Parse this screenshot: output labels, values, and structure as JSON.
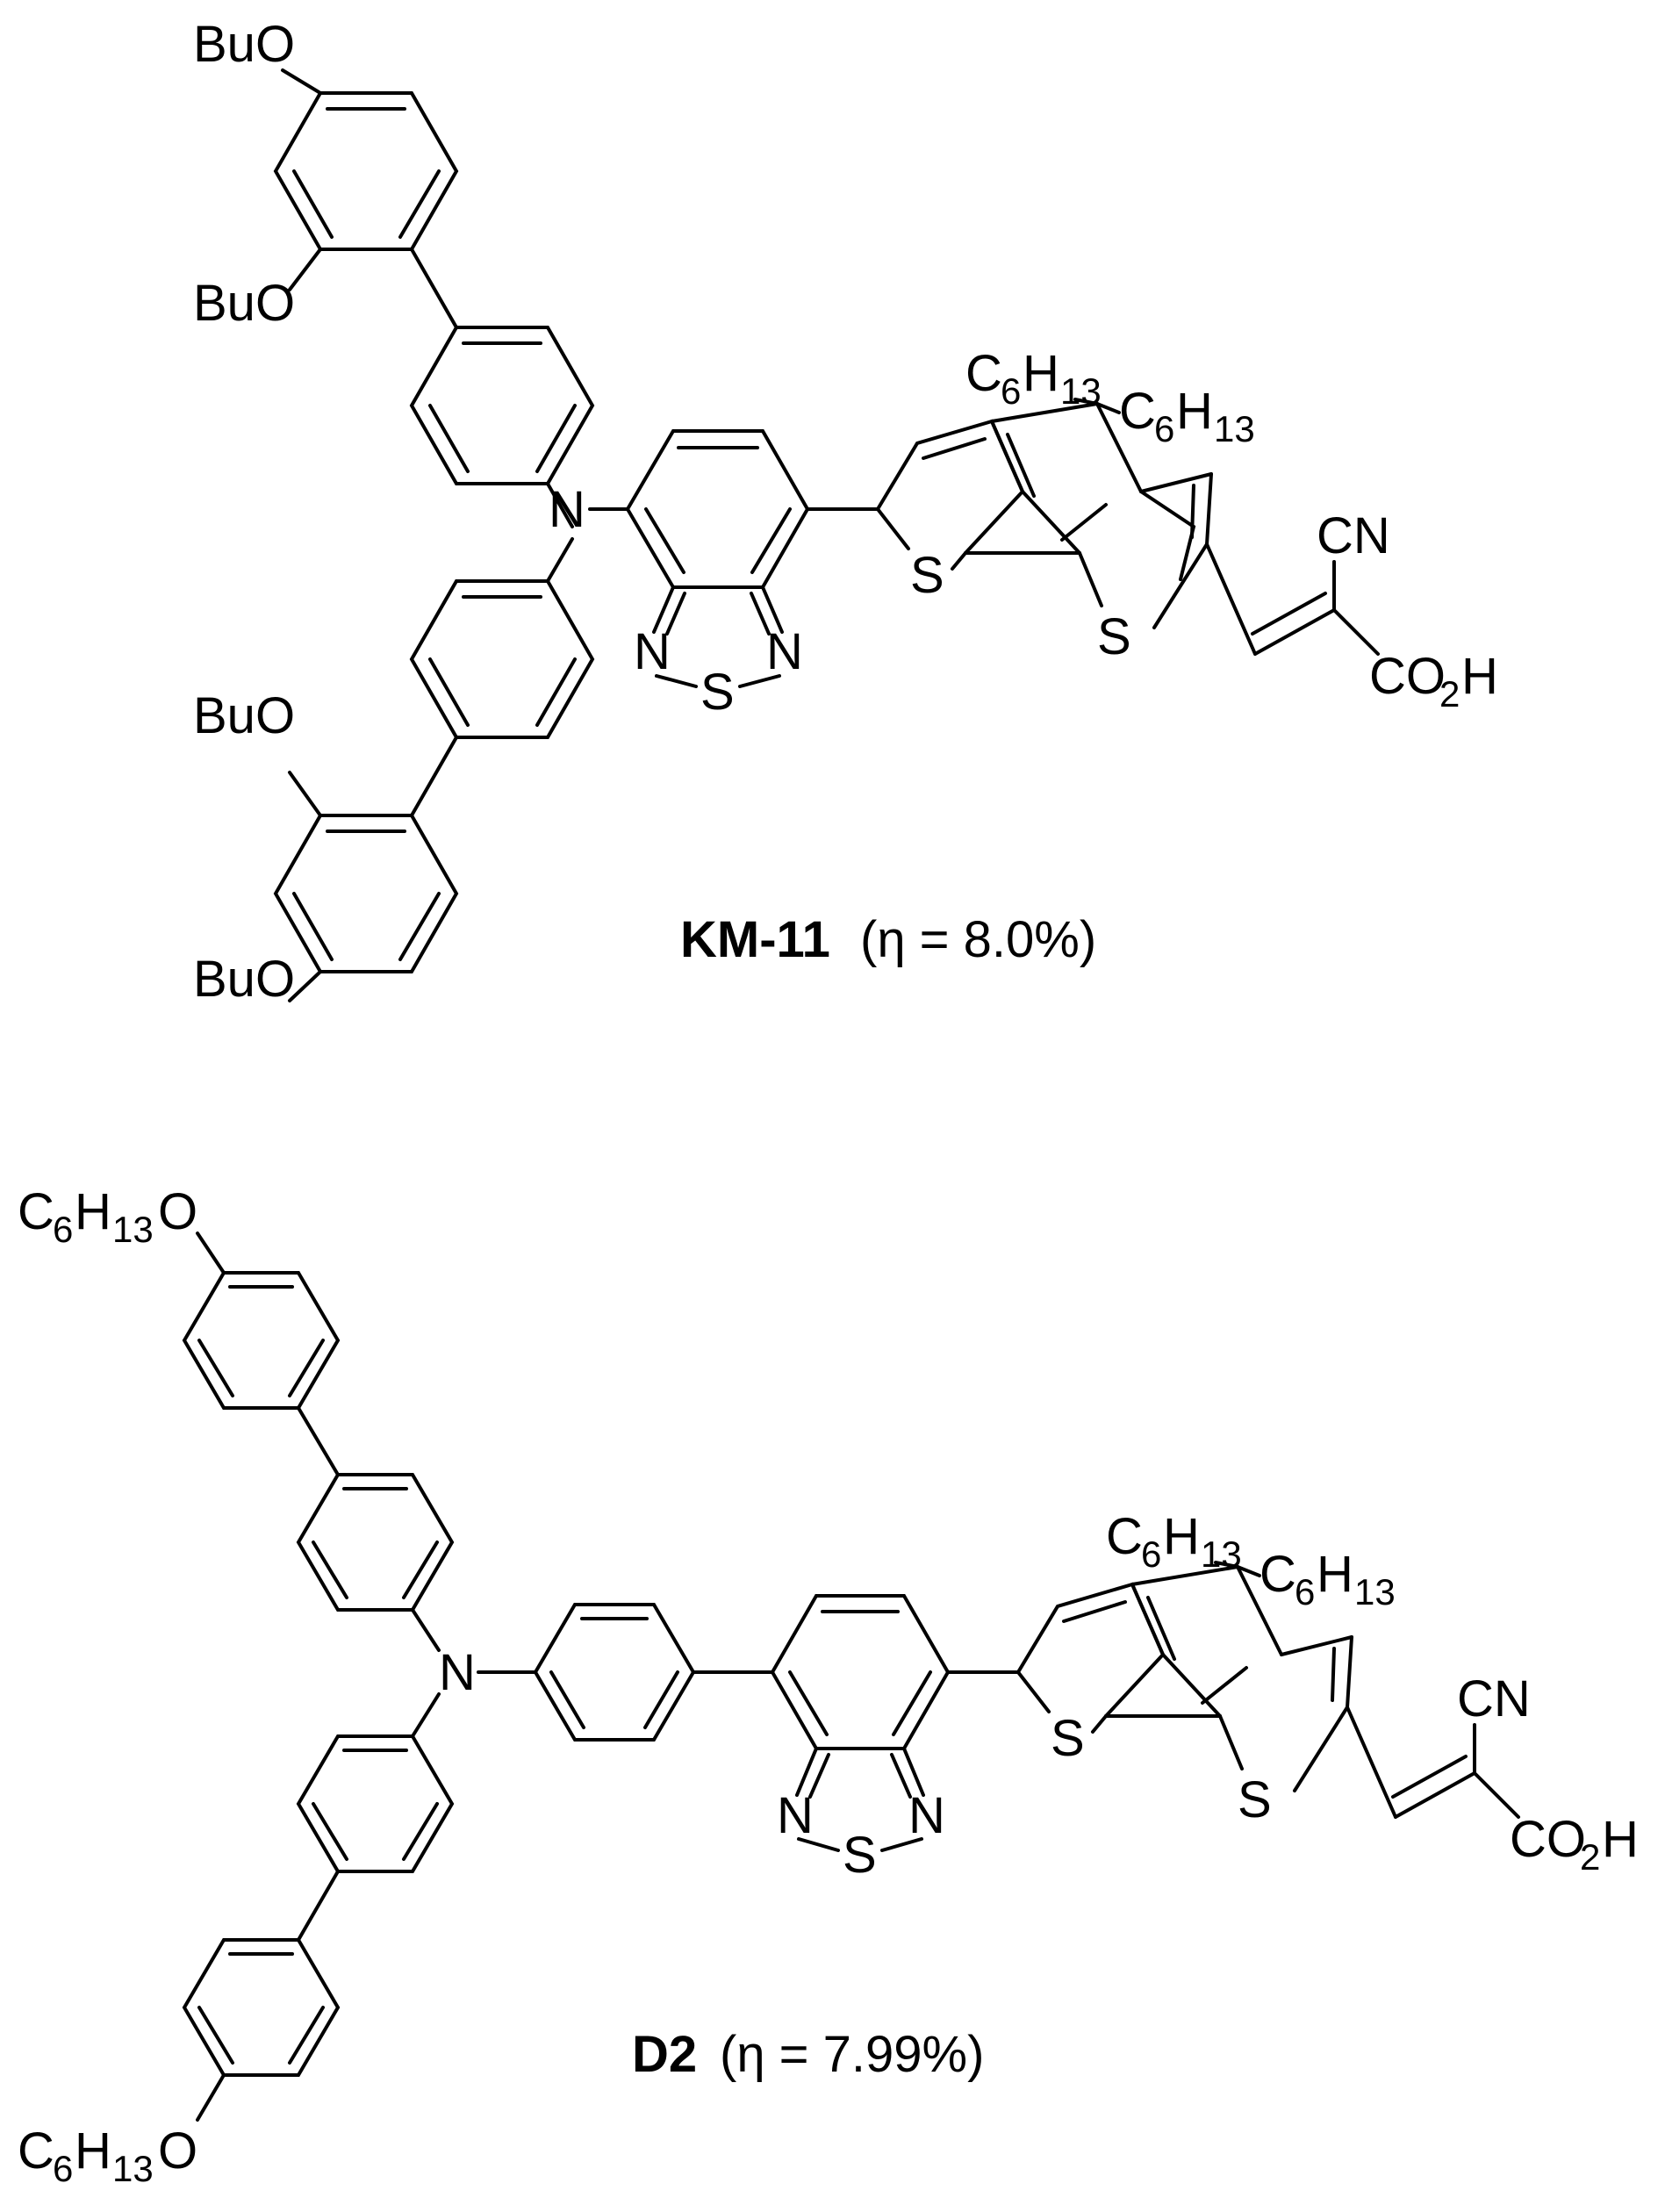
{
  "compounds": [
    {
      "id": "KM-11",
      "name": "KM-11",
      "efficiency_text": "(η = 8.0%)",
      "labels": {
        "bu_1": "BuO",
        "bu_2": "BuO",
        "bu_3": "BuO",
        "bu_4": "BuO",
        "n_amine": "N",
        "n_left": "N",
        "n_right": "N",
        "s_btd": "S",
        "s1": "S",
        "s2": "S",
        "hex1_c": "C",
        "hex1_6": "6",
        "hex1_h": "H",
        "hex1_13": "13",
        "hex2_c": "C",
        "hex2_6": "6",
        "hex2_h": "H",
        "hex2_13": "13",
        "cn": "CN",
        "co2h_co": "CO",
        "co2h_2": "2",
        "co2h_h": "H"
      }
    },
    {
      "id": "D2",
      "name": "D2",
      "efficiency_text": "(η = 7.99%)",
      "labels": {
        "hexo_top_c": "C",
        "hexo_top_6": "6",
        "hexo_top_h": "H",
        "hexo_top_13": "13",
        "hexo_top_o": "O",
        "hexo_bot_c": "C",
        "hexo_bot_6": "6",
        "hexo_bot_h": "H",
        "hexo_bot_13": "13",
        "hexo_bot_o": "O",
        "n_amine": "N",
        "n_left": "N",
        "n_right": "N",
        "s_btd": "S",
        "s1": "S",
        "s2": "S",
        "hex1_c": "C",
        "hex1_6": "6",
        "hex1_h": "H",
        "hex1_13": "13",
        "hex2_c": "C",
        "hex2_6": "6",
        "hex2_h": "H",
        "hex2_13": "13",
        "cn": "CN",
        "co2h_co": "CO",
        "co2h_2": "2",
        "co2h_h": "H"
      }
    }
  ]
}
